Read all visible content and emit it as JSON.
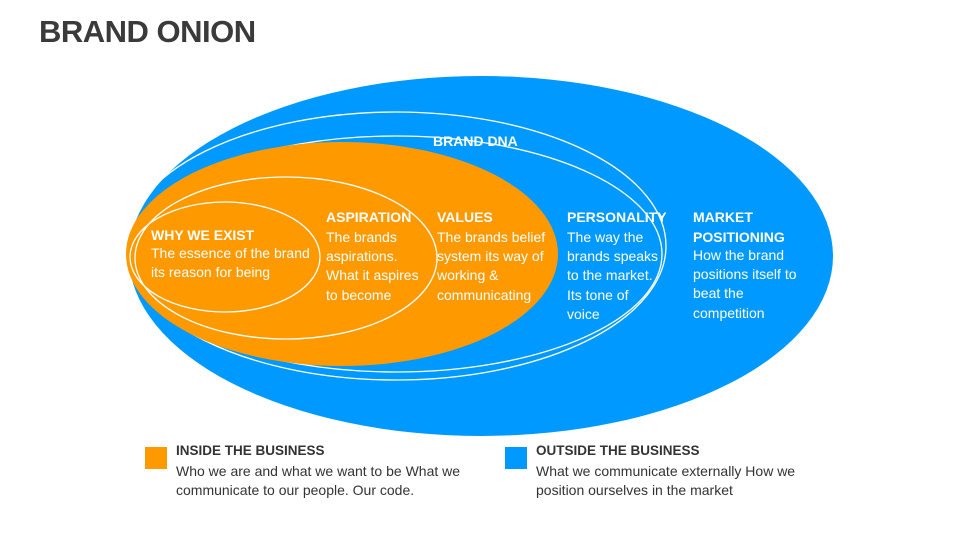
{
  "title": "BRAND ONION",
  "colors": {
    "inside": "#FF9900",
    "outside": "#0099FF",
    "ring_stroke": "#FFFFFF",
    "title_text": "#3A3A3A"
  },
  "layers": {
    "why_we_exist": {
      "heading": "WHY WE EXIST",
      "lines": [
        "The essence of the brand",
        "its reason for being"
      ]
    },
    "aspiration": {
      "heading": "ASPIRATION",
      "lines": [
        "The brands",
        "aspirations.",
        "What it aspires",
        "to become"
      ]
    },
    "values": {
      "heading": "VALUES",
      "lines": [
        "The brands belief",
        "system its way of",
        "working &",
        "communicating"
      ]
    },
    "personality": {
      "heading": "PERSONALITY",
      "lines": [
        "The way the",
        "brands speaks",
        "to the market.",
        "Its tone of",
        "voice"
      ]
    },
    "market_positioning": {
      "heading_lines": [
        "MARKET",
        "POSITIONING"
      ],
      "lines": [
        "How the brand",
        "positions itself to",
        "beat the",
        "competition"
      ]
    },
    "brand_dna_label": "BRAND DNA"
  },
  "legend": {
    "inside": {
      "title": "INSIDE THE BUSINESS",
      "description": "Who we are and what we want to be What we communicate to our people. Our code."
    },
    "outside": {
      "title": "OUTSIDE THE BUSINESS",
      "description": "What we communicate externally How we position ourselves in the market"
    }
  }
}
